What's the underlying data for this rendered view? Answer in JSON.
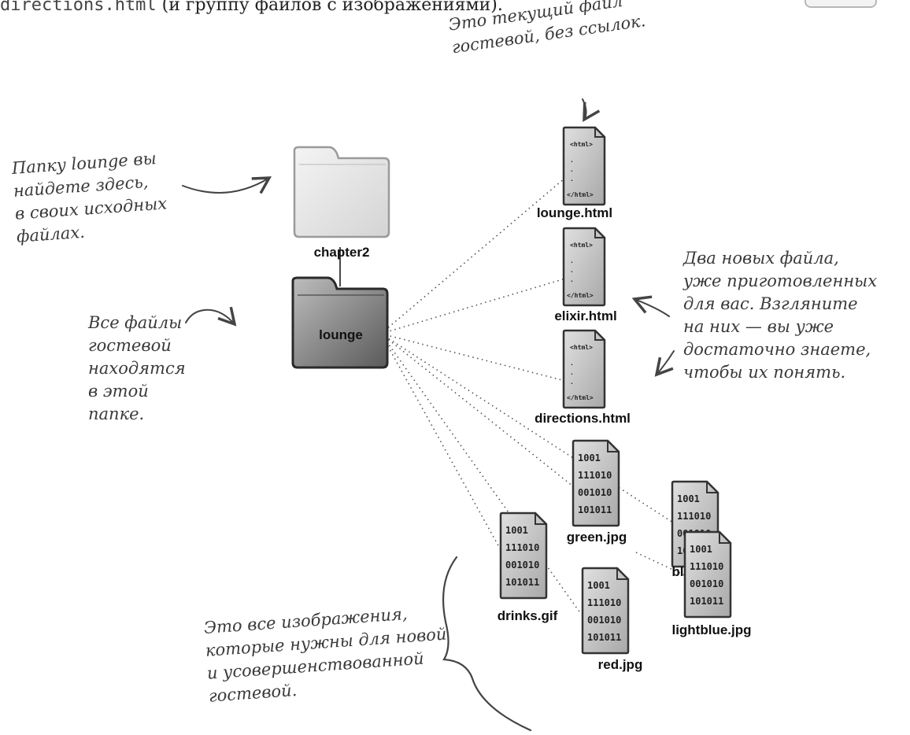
{
  "header": {
    "code_text": "directions.html",
    "rest_text": " (и группу файлов с изображениями)."
  },
  "folders": {
    "parent": "chapter2",
    "child": "lounge"
  },
  "tags": {
    "open": "<html>",
    "close": "</html>"
  },
  "binary_lines": [
    "1001",
    "111010",
    "001010",
    "101011"
  ],
  "files": {
    "html": [
      "lounge.html",
      "elixir.html",
      "directions.html"
    ],
    "images": [
      "green.jpg",
      "blue.jpg",
      "drinks.gif",
      "red.jpg",
      "lightblue.jpg"
    ]
  },
  "annotations": {
    "top": [
      "Это текущий файл",
      "гостевой, без ссылок."
    ],
    "folder_location": [
      "Папку lounge вы",
      "найдете здесь,",
      "в своих исходных",
      "файлах."
    ],
    "folder_contents": [
      "Все файлы",
      "гостевой",
      "находятся",
      "в этой",
      "папке."
    ],
    "new_files": [
      "Два новых файла,",
      "уже приготовленных",
      "для вас. Взгляните",
      "на них — вы уже",
      "достаточно знаете,",
      "чтобы их понять."
    ],
    "images": [
      "Это все изображения,",
      "которые нужны для новой",
      "и усовершенствованной",
      "гостевой."
    ]
  }
}
